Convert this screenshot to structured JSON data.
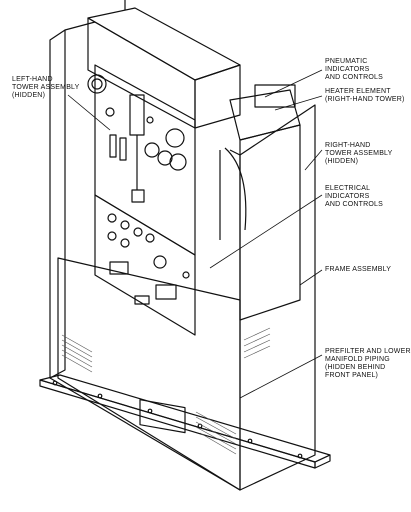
{
  "callouts": {
    "left_hand_tower": [
      "LEFT-HAND",
      "TOWER ASSEMBLY",
      "(HIDDEN)"
    ],
    "pneumatic": [
      "PNEUMATIC",
      "INDICATORS",
      "AND CONTROLS"
    ],
    "heater": [
      "HEATER ELEMENT",
      "(RIGHT-HAND TOWER)"
    ],
    "right_hand_tower": [
      "RIGHT-HAND",
      "TOWER ASSEMBLY",
      "(HIDDEN)"
    ],
    "electrical": [
      "ELECTRICAL",
      "INDICATORS",
      "AND CONTROLS"
    ],
    "frame": [
      "FRAME ASSEMBLY"
    ],
    "prefilter": [
      "PREFILTER AND LOWER",
      "MANIFOLD PIPING",
      "(HIDDEN BEHIND",
      "FRONT PANEL)"
    ]
  },
  "colors": {
    "ink": "#111111",
    "paper": "#ffffff",
    "shade": "#555555"
  }
}
